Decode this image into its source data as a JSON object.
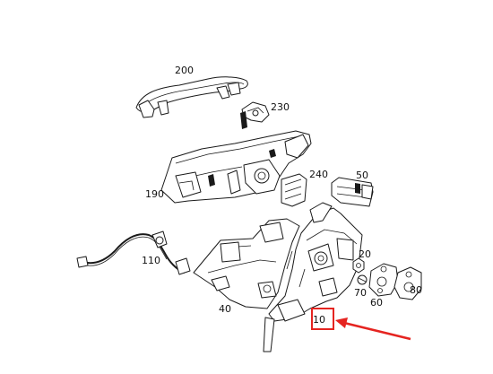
{
  "diagram": {
    "labels": [
      {
        "id": "200",
        "text": "200"
      },
      {
        "id": "230",
        "text": "230"
      },
      {
        "id": "190",
        "text": "190"
      },
      {
        "id": "240",
        "text": "240"
      },
      {
        "id": "50",
        "text": "50"
      },
      {
        "id": "110",
        "text": "110"
      },
      {
        "id": "20",
        "text": "20"
      },
      {
        "id": "70",
        "text": "70"
      },
      {
        "id": "60",
        "text": "60"
      },
      {
        "id": "80",
        "text": "80"
      },
      {
        "id": "40",
        "text": "40"
      },
      {
        "id": "10",
        "text": "10"
      }
    ],
    "highlight": {
      "label": "10",
      "color": "#e52420"
    },
    "arrow_color": "#e52420"
  }
}
